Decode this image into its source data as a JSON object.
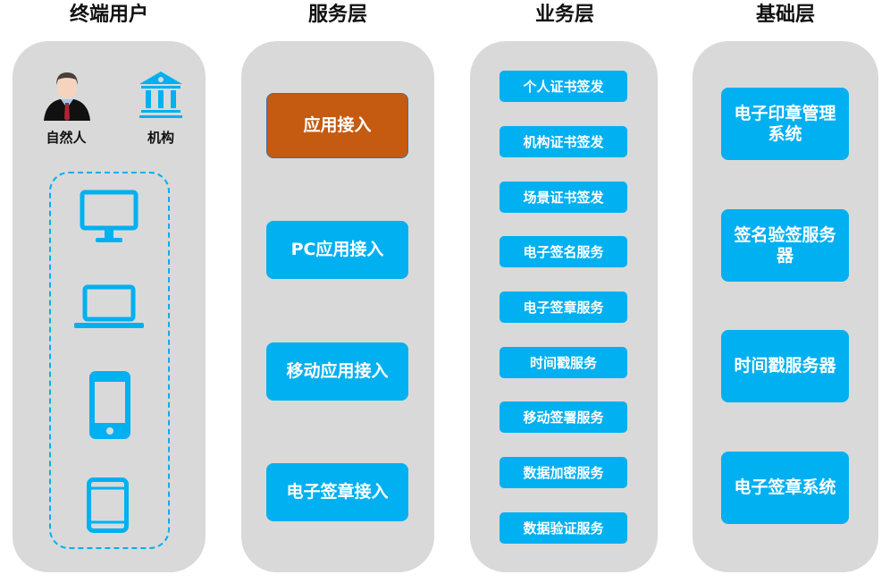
{
  "headers": [
    "终端用户",
    "服务层",
    "业务层",
    "基础层"
  ],
  "end_users": {
    "person": "自然人",
    "institution": "机构"
  },
  "service_layer": [
    "应用接入",
    "PC应用接入",
    "移动应用接入",
    "电子签章接入"
  ],
  "business_layer": [
    "个人证书签发",
    "机构证书签发",
    "场景证书签发",
    "电子签名服务",
    "电子签章服务",
    "时间戳服务",
    "移动签署服务",
    "数据加密服务",
    "数据验证服务"
  ],
  "base_layer": [
    "电子印章管理系统",
    "签名验签服务器",
    "时间戳服务器",
    "电子签章系统"
  ],
  "colors": {
    "accent": "#00b0f0",
    "highlight": "#c55a11",
    "panel": "#d9d9d9"
  }
}
